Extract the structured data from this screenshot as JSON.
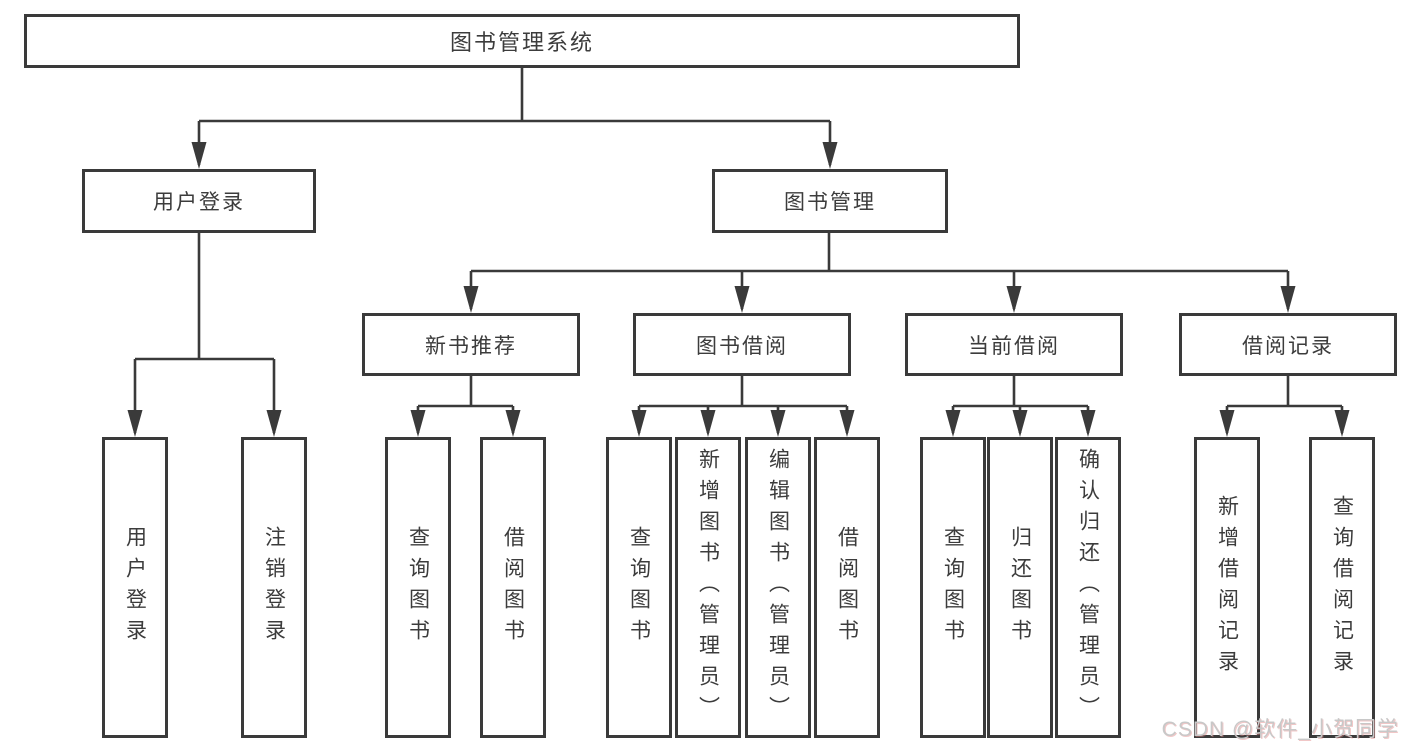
{
  "diagram_title": "图书管理系统",
  "tree": {
    "label": "图书管理系统",
    "children": [
      {
        "label": "用户登录",
        "children": [
          {
            "label": "用户登录"
          },
          {
            "label": "注销登录"
          }
        ]
      },
      {
        "label": "图书管理",
        "children": [
          {
            "label": "新书推荐",
            "children": [
              {
                "label": "查询图书"
              },
              {
                "label": "借阅图书"
              }
            ]
          },
          {
            "label": "图书借阅",
            "children": [
              {
                "label": "查询图书"
              },
              {
                "label": "新增图书（管理员）"
              },
              {
                "label": "编辑图书（管理员）"
              },
              {
                "label": "借阅图书"
              }
            ]
          },
          {
            "label": "当前借阅",
            "children": [
              {
                "label": "查询图书"
              },
              {
                "label": "归还图书"
              },
              {
                "label": "确认归还（管理员）"
              }
            ]
          },
          {
            "label": "借阅记录",
            "children": [
              {
                "label": "新增借阅记录"
              },
              {
                "label": "查询借阅记录"
              }
            ]
          }
        ]
      }
    ]
  },
  "watermark": {
    "text": "CSDN @软件_小贺同学"
  },
  "colors": {
    "line": "#3a3a3a",
    "box_border": "#3a3a3a",
    "text": "#3c3c3c",
    "background": "#ffffff",
    "watermark": "#c8c8c8"
  }
}
